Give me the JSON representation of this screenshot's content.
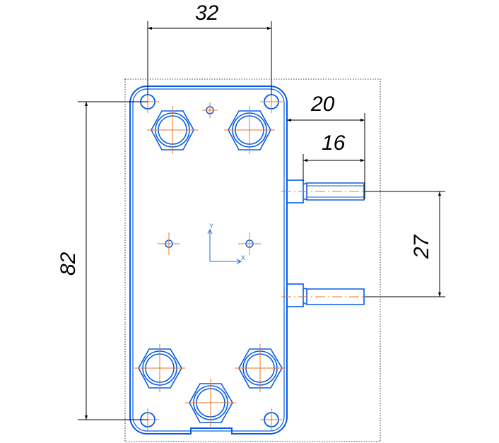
{
  "drawing": {
    "title": "Plate part drawing",
    "colors": {
      "outline": "#0a5ce6",
      "centerline": "#e8742a",
      "dimension": "#000000",
      "frame": "#000000",
      "axis": "#1a6fd0"
    }
  },
  "dimensions": {
    "width_top": "32",
    "pin_offset": "20",
    "pin_length": "16",
    "pin_spacing": "27",
    "height_left": "82"
  },
  "axes": {
    "x_label": "X",
    "y_label": "Y"
  }
}
